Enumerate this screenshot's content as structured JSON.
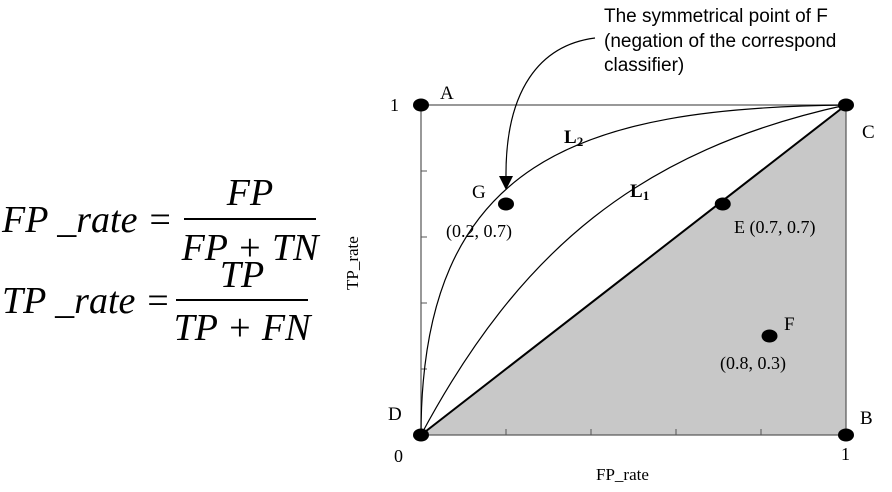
{
  "formulas": {
    "fp_rate": {
      "lhs": "FP _rate =",
      "numerator": "FP",
      "denominator": "FP + TN"
    },
    "tp_rate": {
      "lhs": "TP _rate =",
      "numerator": "TP",
      "denominator": "TP + FN"
    }
  },
  "axes": {
    "x_title": "FP_rate",
    "y_title": "TP_rate",
    "x_min_label": "0",
    "x_max_label": "1",
    "y_max_label": "1"
  },
  "corners": {
    "A": "A",
    "B": "B",
    "C": "C",
    "D": "D"
  },
  "points": [
    {
      "id": "G",
      "label": "G",
      "coord": "(0.2, 0.7)",
      "x": 0.2,
      "y": 0.7
    },
    {
      "id": "E",
      "label": "E (0.7, 0.7)",
      "coord": "",
      "x": 0.71,
      "y": 0.7
    },
    {
      "id": "F",
      "label": "F",
      "coord": "(0.8, 0.3)",
      "x": 0.82,
      "y": 0.3
    }
  ],
  "curves": {
    "L1": {
      "main": "L",
      "sub": "1"
    },
    "L2": {
      "main": "L",
      "sub": "2"
    }
  },
  "annotation": {
    "line1": "The symmetrical point of F",
    "line2": "(negation of the correspond",
    "line3": "classifier)"
  },
  "colors": {
    "shaded_region": "#c8c8c8",
    "frame": "#555555",
    "marker": "#000000"
  }
}
